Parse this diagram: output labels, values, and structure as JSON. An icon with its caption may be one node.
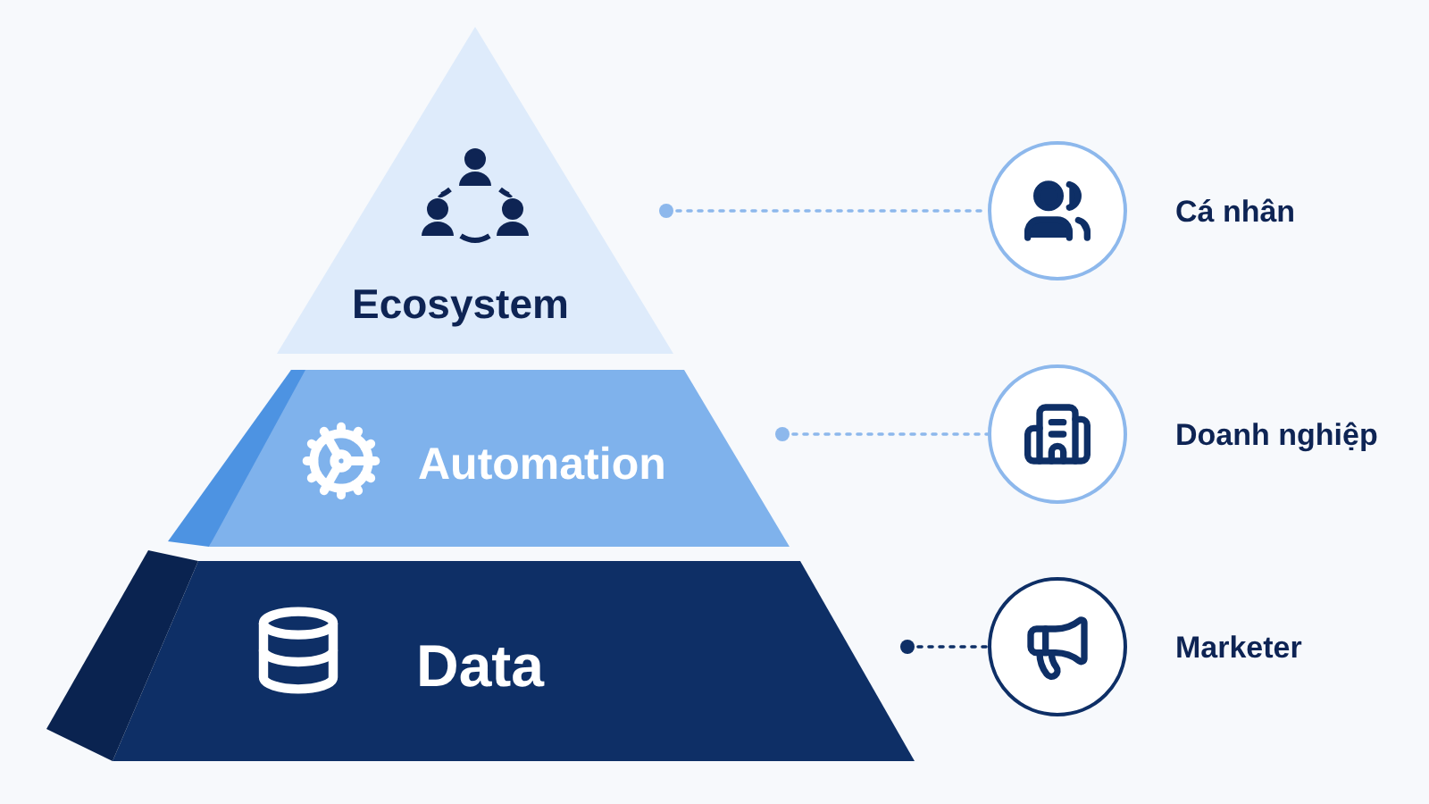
{
  "diagram": {
    "nodes": [
      {
        "text": [
          "Ecosystem"
        ]
      },
      {
        "text": [
          "Automation"
        ]
      },
      {
        "text": [
          "Data"
        ]
      },
      {
        "text": [],
        "shape": "circle",
        "beside": [
          "Cá nhân"
        ]
      },
      {
        "text": [],
        "shape": "circle",
        "beside": [
          "Doanh nghiệp"
        ]
      },
      {
        "text": [],
        "shape": "circle",
        "beside": [
          "Marketer"
        ]
      }
    ],
    "edges": [
      {
        "from": 0,
        "to": 3,
        "arrow": "other",
        "style": "dashed"
      },
      {
        "from": 1,
        "to": 4,
        "arrow": "other",
        "style": "dashed"
      },
      {
        "from": 2,
        "to": 5,
        "arrow": "other",
        "style": "dashed",
        "color": "#0e2f66"
      }
    ]
  }
}
